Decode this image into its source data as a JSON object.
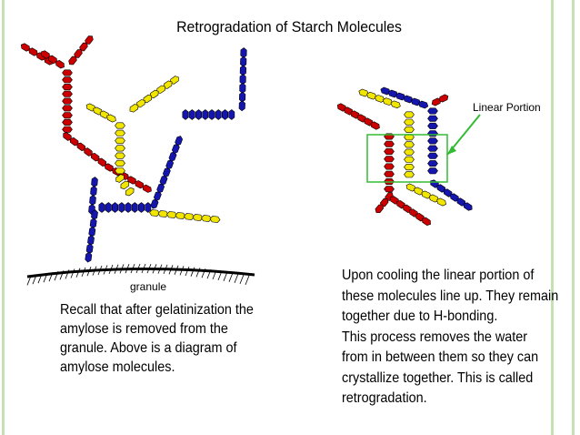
{
  "title": "Retrogradation of Starch Molecules",
  "labels": {
    "granule": "granule",
    "linear_portion": "Linear Portion"
  },
  "paragraphs": {
    "left": "Recall that after gelatinization the\namylose is removed from the\ngranule.  Above is a diagram of\namylose molecules.",
    "right": "Upon cooling the linear portion of\nthese molecules line up.  They remain\ntogether due to H-bonding.\nThis process removes the water\nfrom in between them so they can\ncrystallize together.  This is called\nretrogradation."
  },
  "colors": {
    "red_chain": "#cc0000",
    "yellow_chain": "#f2e600",
    "blue_chain": "#1515b0",
    "highlight_box": "#33bb33",
    "slide_border": "#c6e0b4"
  }
}
